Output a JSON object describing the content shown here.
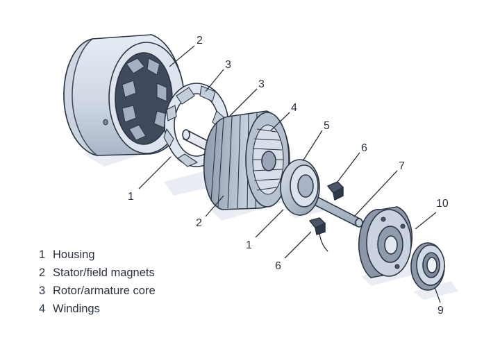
{
  "colors": {
    "outline": "#2b3442",
    "metal_light": "#e3e9f2",
    "metal_mid": "#bcc7d6",
    "metal_dark": "#7d8a9c",
    "copper": "#c9d2de",
    "shadow": "#e9edf3",
    "text": "#2a3340"
  },
  "callouts": {
    "housing_label": "2",
    "magnet_ring_label": "3",
    "rotor_top_label": "3",
    "windings_label": "4",
    "commutator_top_label": "5",
    "brush_top_label": "6",
    "shaft_label": "7",
    "end_cap_label": "10",
    "magnet_ring_bottom_label": "1",
    "rotor_bottom_label": "2",
    "commutator_bottom_label": "1",
    "brush_bottom_label": "6",
    "bearing_label": "9"
  },
  "legend": [
    {
      "num": "1",
      "text": "Housing"
    },
    {
      "num": "2",
      "text": "Stator/field magnets"
    },
    {
      "num": "3",
      "text": "Rotor/armature core"
    },
    {
      "num": "4",
      "text": "Windings"
    }
  ]
}
